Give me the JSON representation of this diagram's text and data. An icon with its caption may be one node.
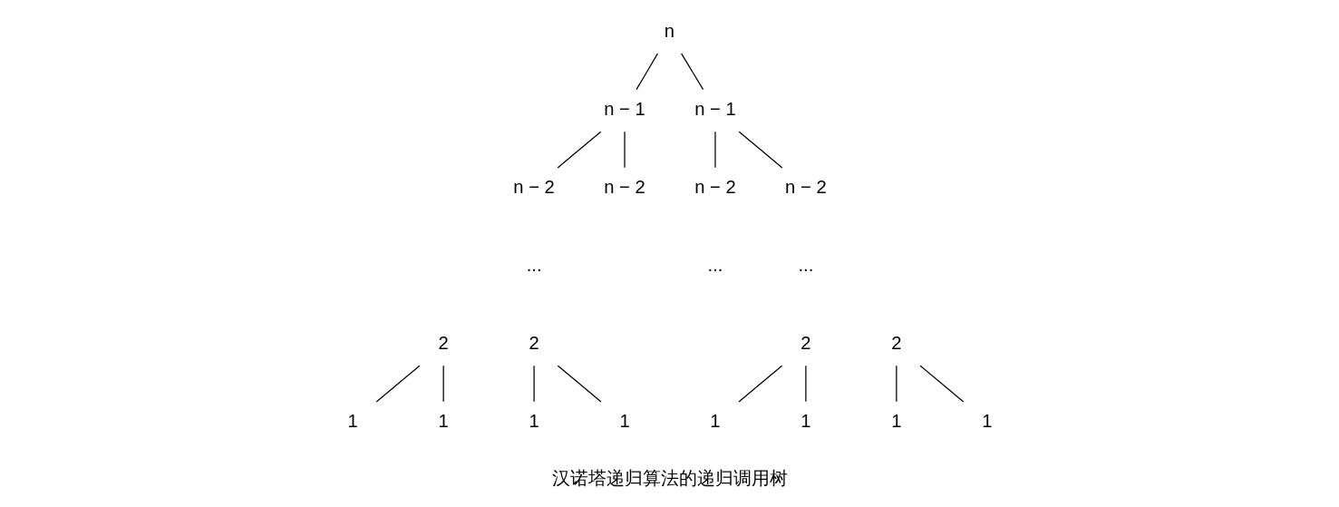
{
  "diagram": {
    "caption": "汉诺塔递归算法的递归调用树",
    "nodes": [
      {
        "text": [
          "n"
        ]
      },
      {
        "text": [
          "n − 1"
        ]
      },
      {
        "text": [
          "n − 1"
        ]
      },
      {
        "text": [
          "n − 2"
        ]
      },
      {
        "text": [
          "n − 2"
        ]
      },
      {
        "text": [
          "n − 2"
        ]
      },
      {
        "text": [
          "n − 2"
        ]
      },
      {
        "text": [
          "2"
        ]
      },
      {
        "text": [
          "2"
        ]
      },
      {
        "text": [
          "2"
        ]
      },
      {
        "text": [
          "2"
        ]
      },
      {
        "text": [
          "1"
        ]
      },
      {
        "text": [
          "1"
        ]
      },
      {
        "text": [
          "1"
        ]
      },
      {
        "text": [
          "1"
        ]
      },
      {
        "text": [
          "1"
        ]
      },
      {
        "text": [
          "1"
        ]
      },
      {
        "text": [
          "1"
        ]
      },
      {
        "text": [
          "1"
        ]
      }
    ],
    "edges": [
      {
        "from": 0,
        "to": 1,
        "arrow": "none"
      },
      {
        "from": 0,
        "to": 2,
        "arrow": "none"
      },
      {
        "from": 1,
        "to": 3,
        "arrow": "none"
      },
      {
        "from": 1,
        "to": 4,
        "arrow": "none"
      },
      {
        "from": 2,
        "to": 5,
        "arrow": "none"
      },
      {
        "from": 2,
        "to": 6,
        "arrow": "none"
      },
      {
        "from": 7,
        "to": 11,
        "arrow": "none"
      },
      {
        "from": 7,
        "to": 12,
        "arrow": "none"
      },
      {
        "from": 8,
        "to": 13,
        "arrow": "none"
      },
      {
        "from": 8,
        "to": 14,
        "arrow": "none"
      },
      {
        "from": 9,
        "to": 15,
        "arrow": "none"
      },
      {
        "from": 9,
        "to": 16,
        "arrow": "none"
      },
      {
        "from": 10,
        "to": 17,
        "arrow": "none"
      },
      {
        "from": 10,
        "to": 18,
        "arrow": "none"
      }
    ],
    "labels": [
      "...",
      "...",
      "..."
    ]
  }
}
